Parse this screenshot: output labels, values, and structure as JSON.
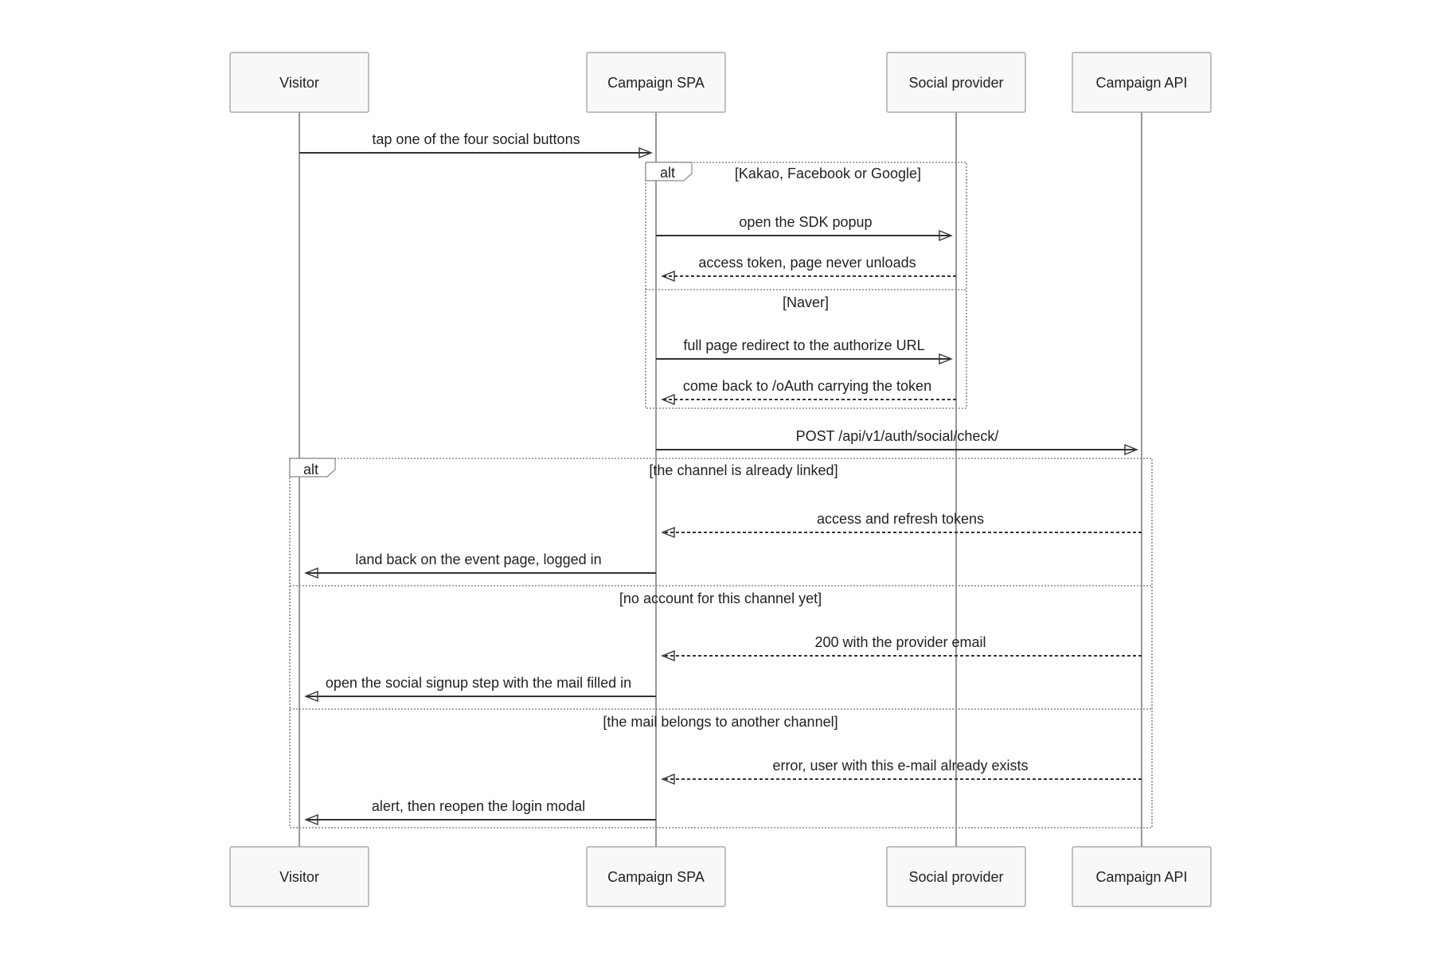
{
  "participants": [
    {
      "id": "visitor",
      "label": "Visitor"
    },
    {
      "id": "spa",
      "label": "Campaign SPA"
    },
    {
      "id": "provider",
      "label": "Social provider"
    },
    {
      "id": "api",
      "label": "Campaign API"
    }
  ],
  "messages": [
    {
      "from": "visitor",
      "to": "spa",
      "text": "tap one of the four social buttons",
      "style": "solid"
    },
    {
      "from": "spa",
      "to": "provider",
      "text": "open the SDK popup",
      "style": "solid"
    },
    {
      "from": "provider",
      "to": "spa",
      "text": "access token, page never unloads",
      "style": "dashed"
    },
    {
      "from": "spa",
      "to": "provider",
      "text": "full page redirect to the authorize URL",
      "style": "solid"
    },
    {
      "from": "provider",
      "to": "spa",
      "text": "come back to /oAuth carrying the token",
      "style": "dashed"
    },
    {
      "from": "spa",
      "to": "api",
      "text": "POST /api/v1/auth/social/check/",
      "style": "solid"
    },
    {
      "from": "api",
      "to": "spa",
      "text": "access and refresh tokens",
      "style": "dashed"
    },
    {
      "from": "spa",
      "to": "visitor",
      "text": "land back on the event page, logged in",
      "style": "solid"
    },
    {
      "from": "api",
      "to": "spa",
      "text": "200 with the provider email",
      "style": "dashed"
    },
    {
      "from": "spa",
      "to": "visitor",
      "text": "open the social signup step with the mail filled in",
      "style": "solid"
    },
    {
      "from": "api",
      "to": "spa",
      "text": "error, user with this e-mail already exists",
      "style": "dashed"
    },
    {
      "from": "spa",
      "to": "visitor",
      "text": "alert, then reopen the login modal",
      "style": "solid"
    }
  ],
  "frames": [
    {
      "kind": "alt",
      "sections": [
        "[Kakao, Facebook or Google]",
        "[Naver]"
      ]
    },
    {
      "kind": "alt",
      "sections": [
        "[the channel is already linked]",
        "[no account for this channel yet]",
        "[the mail belongs to another channel]"
      ]
    }
  ]
}
